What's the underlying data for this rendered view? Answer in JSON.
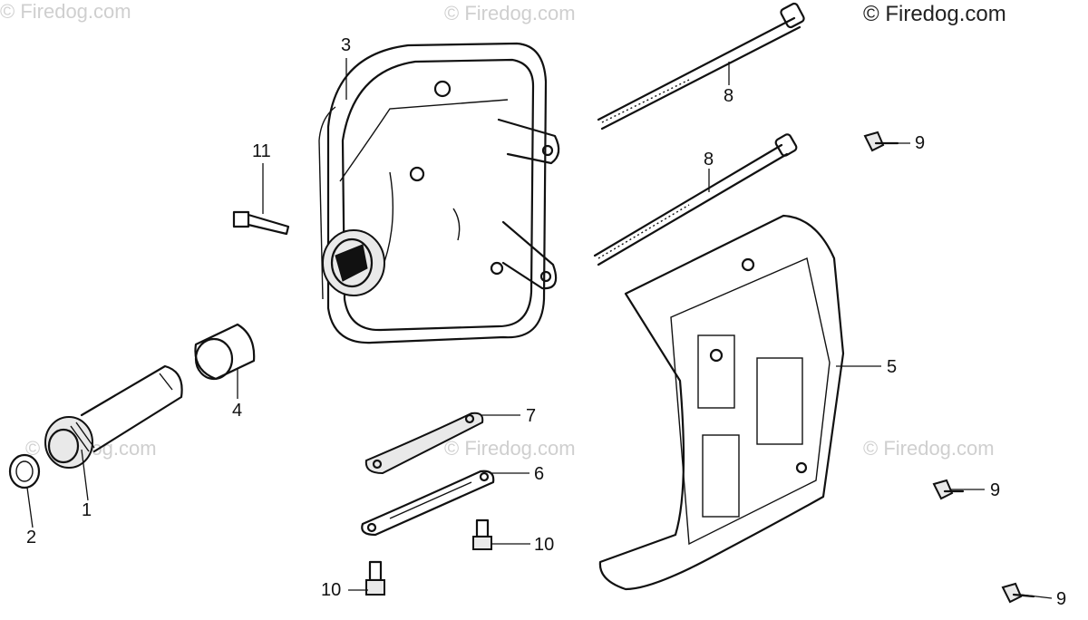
{
  "watermarks": {
    "text": "© Firedog.com"
  },
  "callouts": [
    {
      "id": "1",
      "label": "1"
    },
    {
      "id": "2",
      "label": "2"
    },
    {
      "id": "3",
      "label": "3"
    },
    {
      "id": "4",
      "label": "4"
    },
    {
      "id": "5",
      "label": "5"
    },
    {
      "id": "6",
      "label": "6"
    },
    {
      "id": "7",
      "label": "7"
    },
    {
      "id": "8a",
      "label": "8"
    },
    {
      "id": "8b",
      "label": "8"
    },
    {
      "id": "9a",
      "label": "9"
    },
    {
      "id": "9b",
      "label": "9"
    },
    {
      "id": "9c",
      "label": "9"
    },
    {
      "id": "10a",
      "label": "10"
    },
    {
      "id": "10b",
      "label": "10"
    },
    {
      "id": "11",
      "label": "11"
    }
  ]
}
